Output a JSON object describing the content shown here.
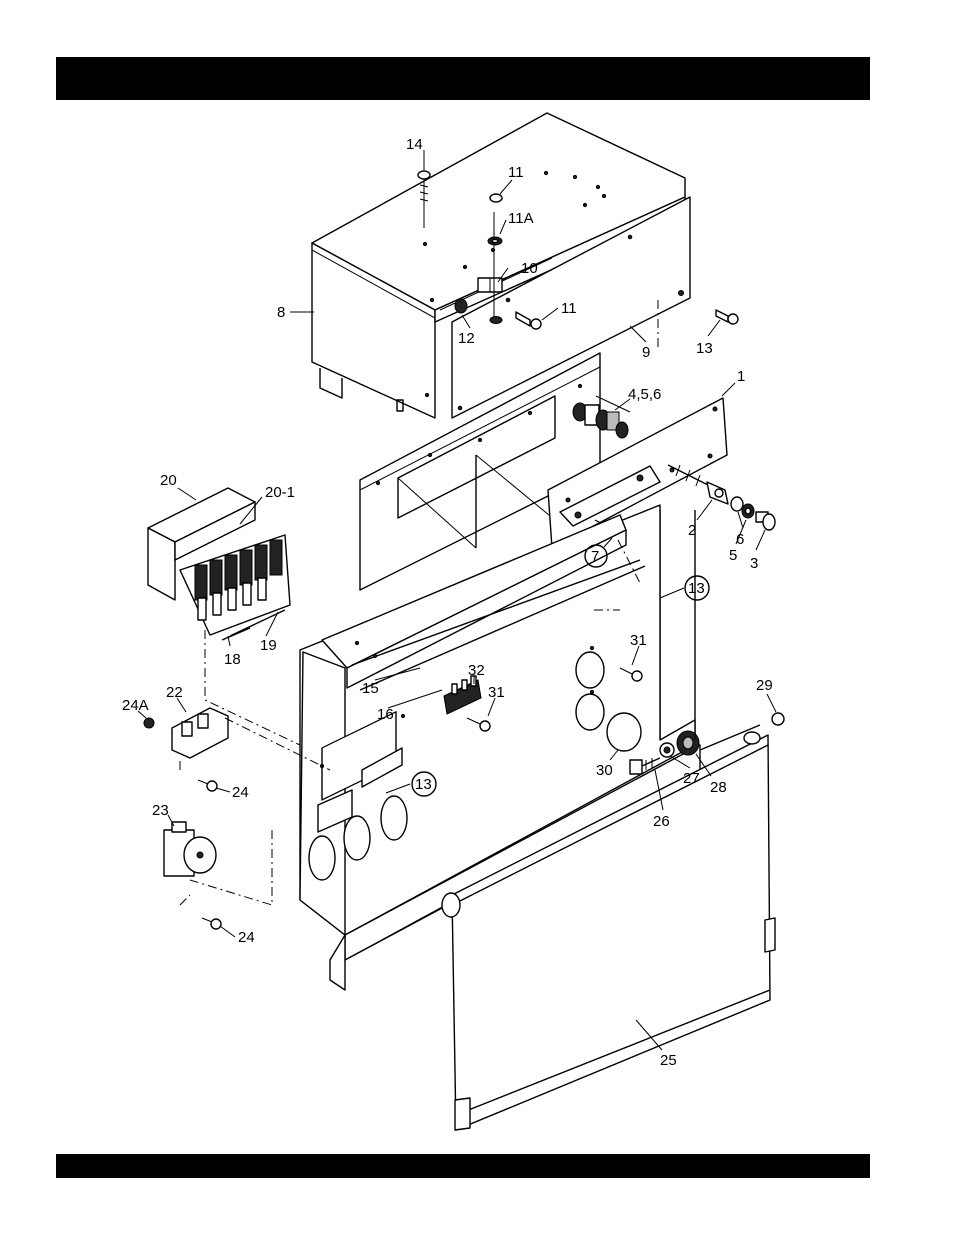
{
  "header": {
    "title": ""
  },
  "footer": {
    "text": ""
  },
  "callouts": [
    {
      "id": "c14",
      "label": "14"
    },
    {
      "id": "c11a",
      "label": "11"
    },
    {
      "id": "c11A",
      "label": "11A"
    },
    {
      "id": "c10",
      "label": "10"
    },
    {
      "id": "c8",
      "label": "8"
    },
    {
      "id": "c11b",
      "label": "11"
    },
    {
      "id": "c12",
      "label": "12"
    },
    {
      "id": "c9",
      "label": "9"
    },
    {
      "id": "c13a",
      "label": "13"
    },
    {
      "id": "c456",
      "label": "4,5,6"
    },
    {
      "id": "c1",
      "label": "1"
    },
    {
      "id": "c20",
      "label": "20"
    },
    {
      "id": "c20-1",
      "label": "20-1"
    },
    {
      "id": "c2",
      "label": "2"
    },
    {
      "id": "c6",
      "label": "6"
    },
    {
      "id": "c5",
      "label": "5"
    },
    {
      "id": "c3",
      "label": "3"
    },
    {
      "id": "c7",
      "label": "7"
    },
    {
      "id": "c13b",
      "label": "13"
    },
    {
      "id": "c18",
      "label": "18"
    },
    {
      "id": "c19",
      "label": "19"
    },
    {
      "id": "c31a",
      "label": "31"
    },
    {
      "id": "c32",
      "label": "32"
    },
    {
      "id": "c15",
      "label": "15"
    },
    {
      "id": "c16",
      "label": "16"
    },
    {
      "id": "c31b",
      "label": "31"
    },
    {
      "id": "c24A",
      "label": "24A"
    },
    {
      "id": "c22",
      "label": "22"
    },
    {
      "id": "c29",
      "label": "29"
    },
    {
      "id": "c13c",
      "label": "13"
    },
    {
      "id": "c30",
      "label": "30"
    },
    {
      "id": "c27",
      "label": "27"
    },
    {
      "id": "c28",
      "label": "28"
    },
    {
      "id": "c24a",
      "label": "24"
    },
    {
      "id": "c26",
      "label": "26"
    },
    {
      "id": "c23",
      "label": "23"
    },
    {
      "id": "c24b",
      "label": "24"
    },
    {
      "id": "c25",
      "label": "25"
    }
  ]
}
